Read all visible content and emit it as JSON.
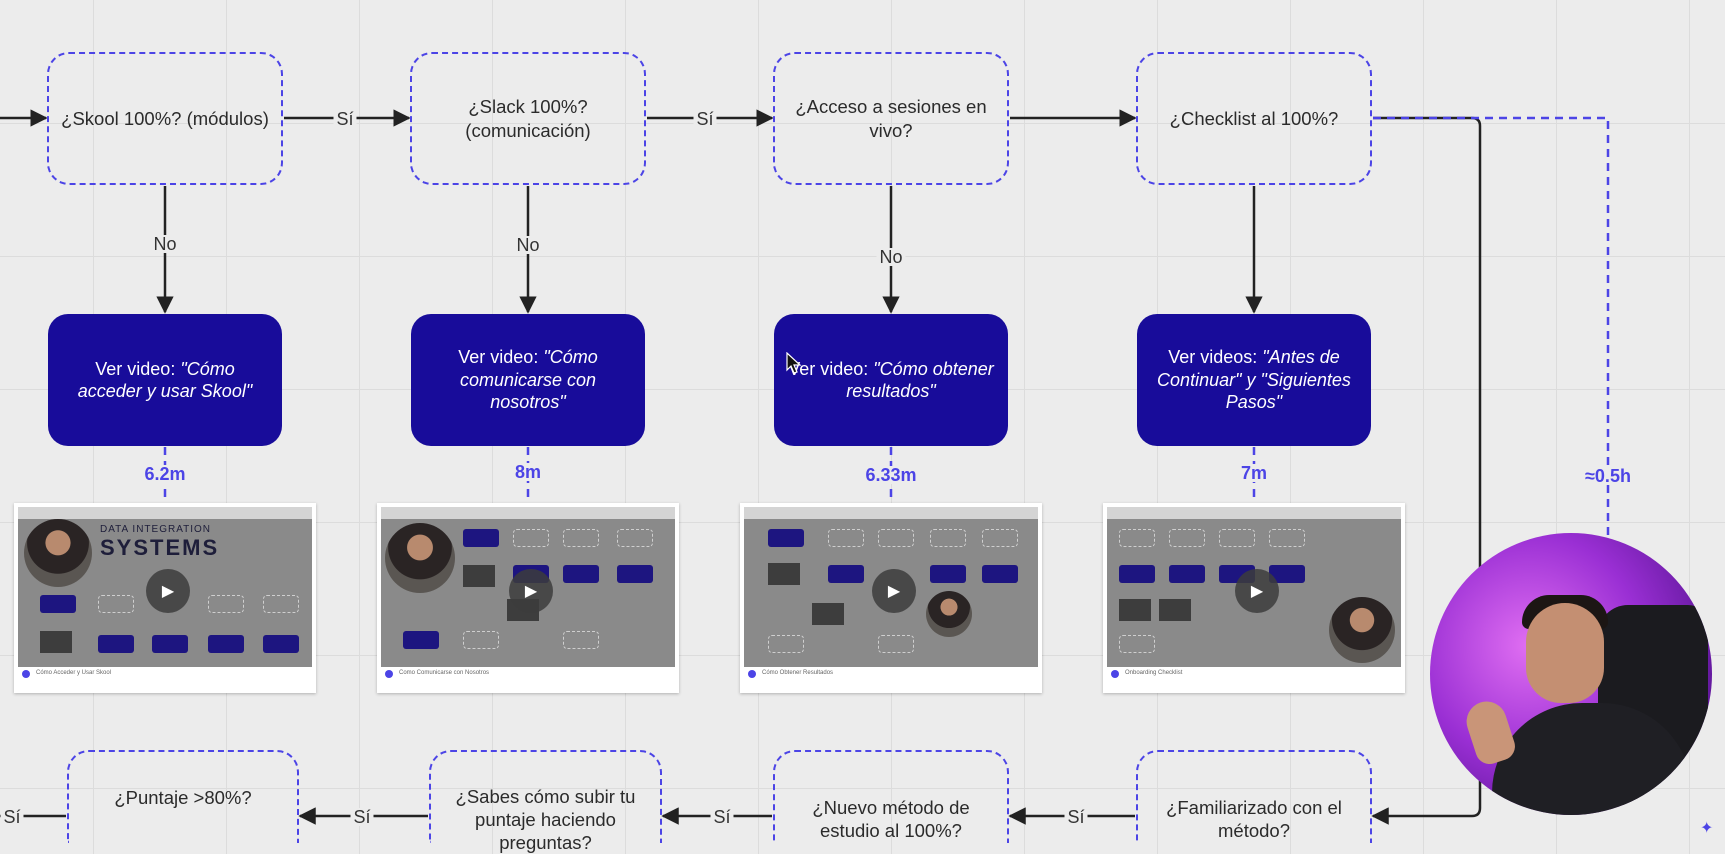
{
  "edge_yes": "Sí",
  "edge_no": "No",
  "decisions_top": [
    {
      "text": "¿Skool 100%? (módulos)"
    },
    {
      "text": "¿Slack 100%? (comunicación)"
    },
    {
      "text": "¿Acceso a sesiones en vivo?"
    },
    {
      "text": "¿Checklist al 100%?"
    }
  ],
  "actions": [
    {
      "prefix": "Ver video: ",
      "title": "\"Cómo acceder y usar Skool\""
    },
    {
      "prefix": "Ver video: ",
      "title": "\"Cómo comunicarse con nosotros\""
    },
    {
      "prefix": "Ver video: ",
      "title": "\"Cómo obtener resultados\""
    },
    {
      "prefix": "Ver videos: ",
      "title": "\"Antes de Continuar\" y \"Siguientes Pasos\""
    }
  ],
  "durations": [
    "6.2m",
    "8m",
    "6.33m",
    "7m"
  ],
  "total_duration": "≈0.5h",
  "thumbnails": [
    {
      "logo_line1": "DATA INTEGRATION",
      "logo_line2": "SYSTEMS",
      "caption": "Cómo Acceder y Usar Skool"
    },
    {
      "caption": "Como Comunicarse con Nosotros"
    },
    {
      "caption": "Cómo Obtener Resultados"
    },
    {
      "caption": "Onboarding Checklist"
    }
  ],
  "decisions_bottom": [
    {
      "text": "¿Puntaje >80%?"
    },
    {
      "text": "¿Sabes cómo subir tu puntaje haciendo preguntas?"
    },
    {
      "text": "¿Nuevo método de estudio al 100%?"
    },
    {
      "text": "¿Familiarizado con el método?"
    }
  ],
  "icons": {
    "play": "play-icon",
    "cursor": "cursor-icon",
    "corner": "logo-icon"
  },
  "colors": {
    "accent": "#4c44e6",
    "action_fill": "#180c9a",
    "background": "#ececec"
  }
}
